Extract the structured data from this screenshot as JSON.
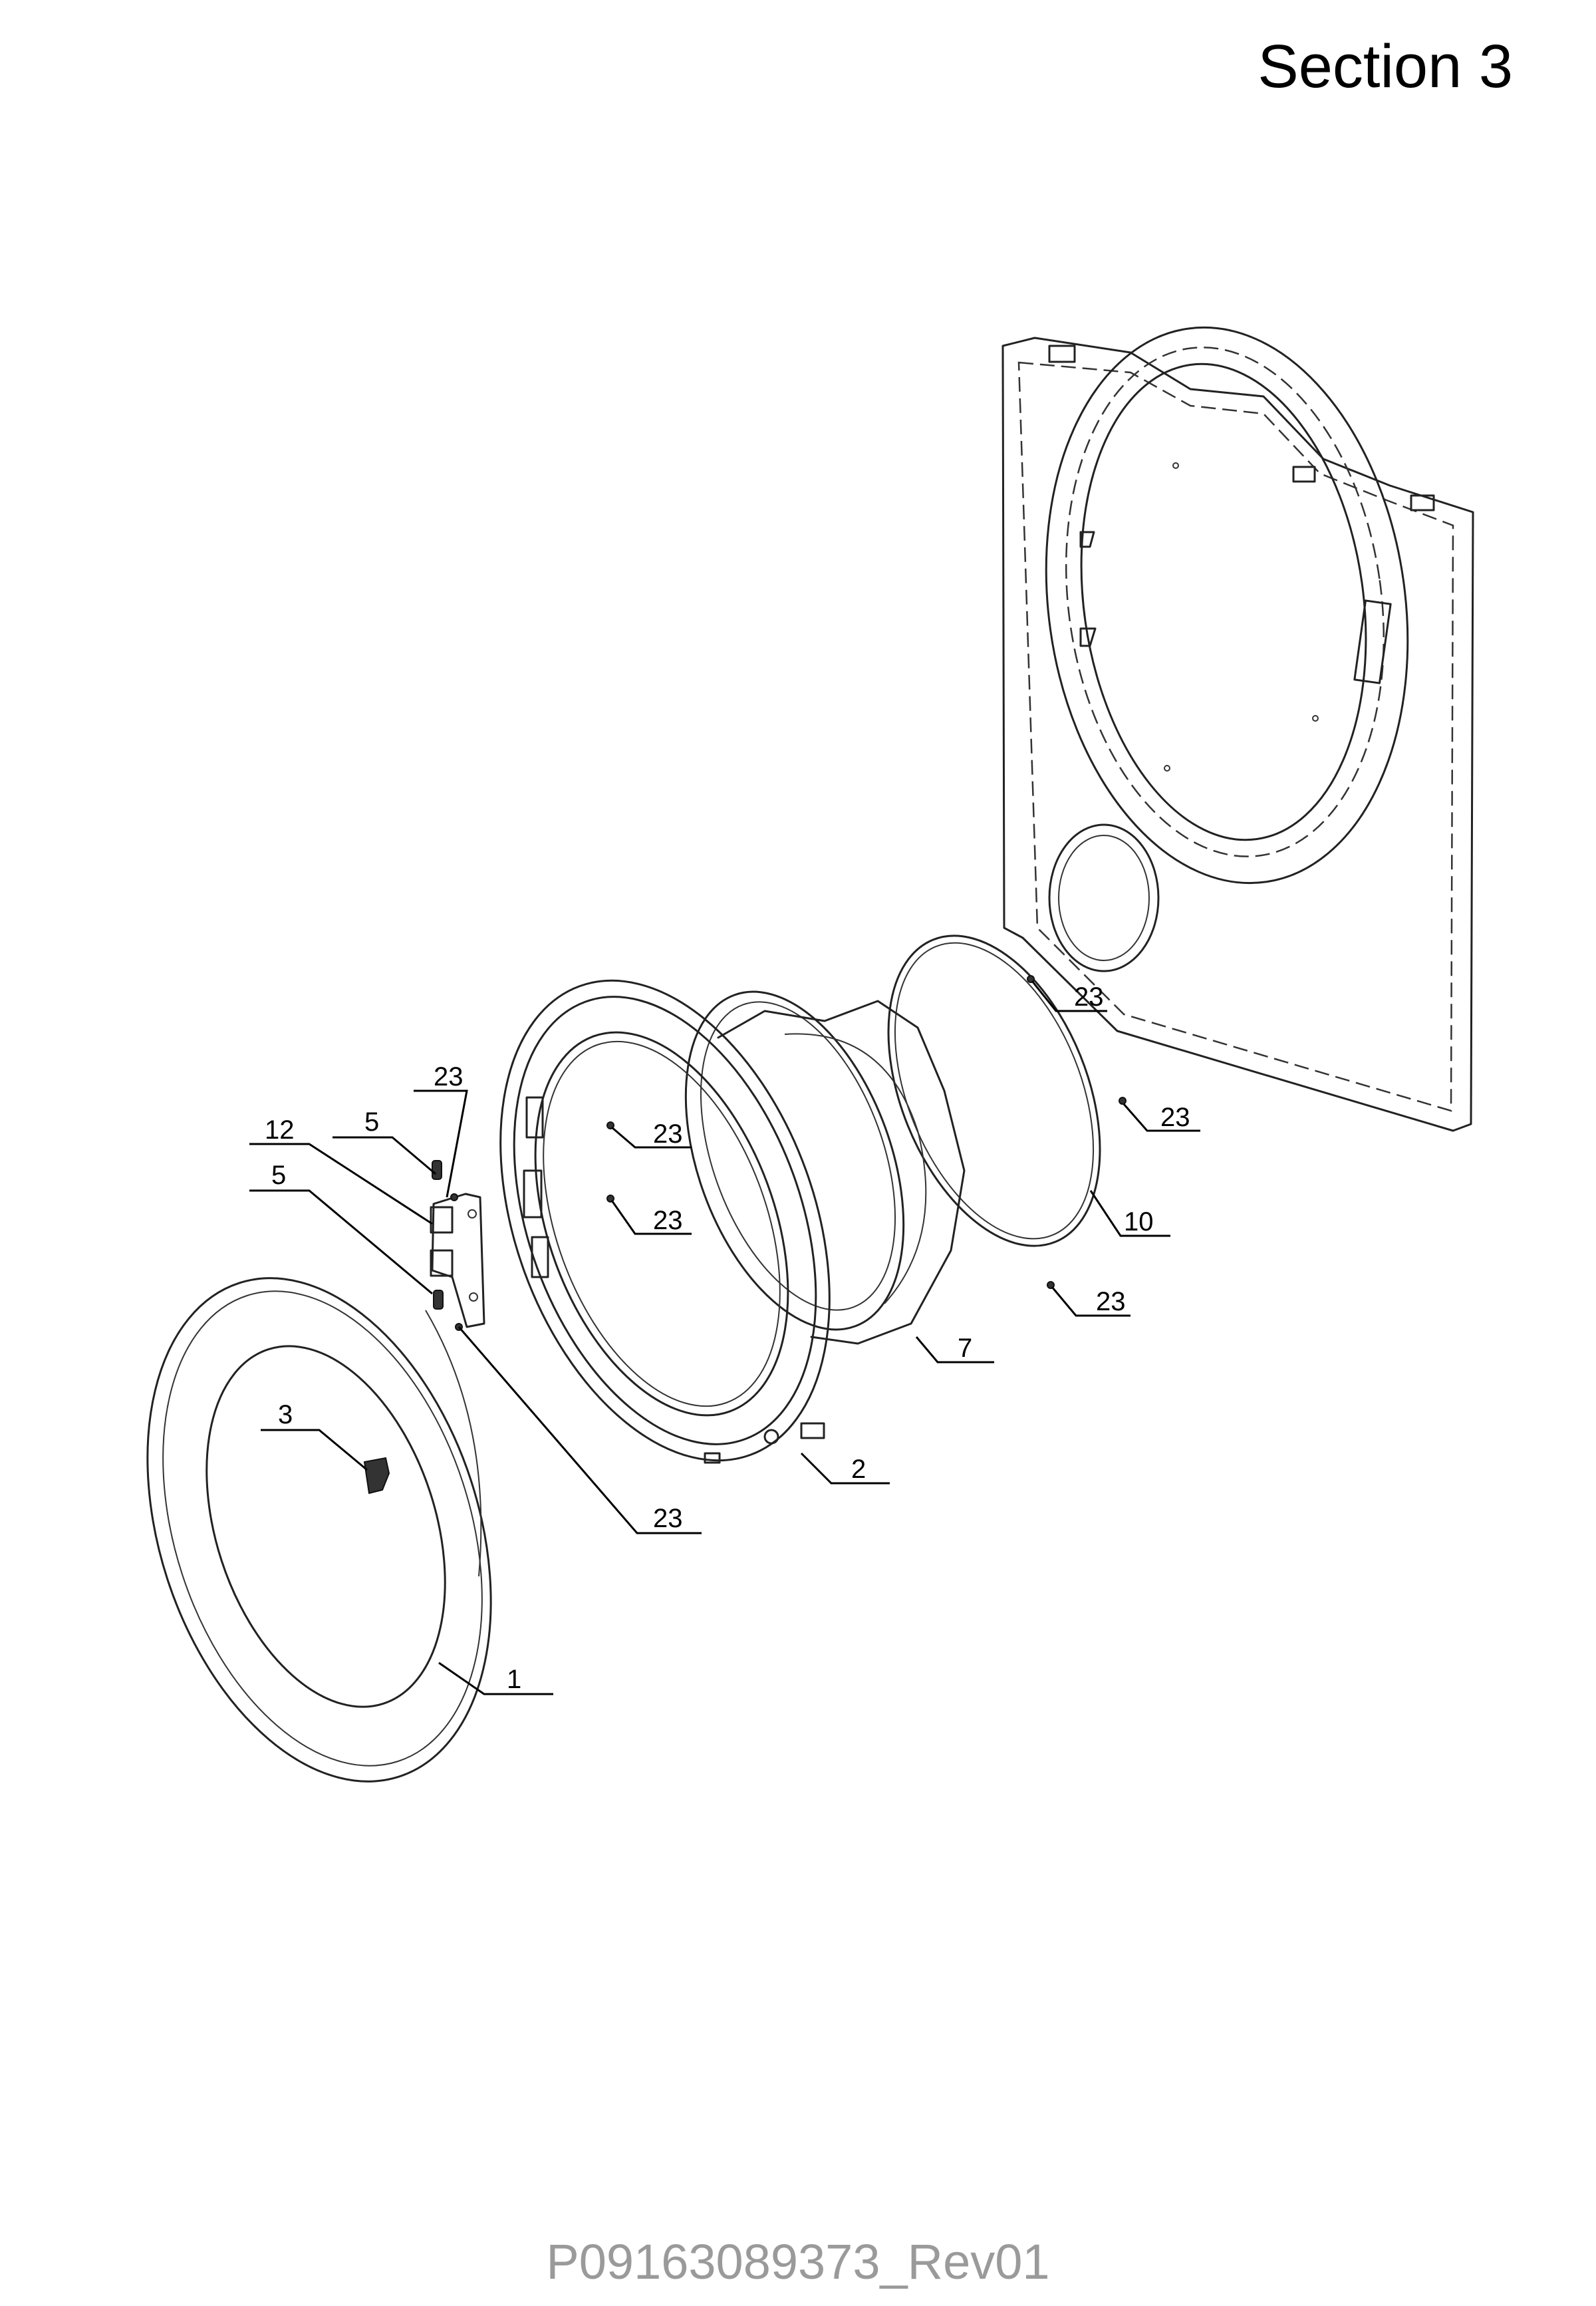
{
  "header": {
    "section_title": "Section 3"
  },
  "footer": {
    "document_id": "P09163089373_Rev01"
  },
  "callouts": {
    "c1": "1",
    "c2": "2",
    "c3": "3",
    "c5a": "5",
    "c5b": "5",
    "c7": "7",
    "c10": "10",
    "c12": "12",
    "c23_hinge": "23",
    "c23_frame_a": "23",
    "c23_frame_b": "23",
    "c23_hinge_screw": "23",
    "c23_panel_a": "23",
    "c23_panel_b": "23",
    "c23_panel_c": "23"
  }
}
